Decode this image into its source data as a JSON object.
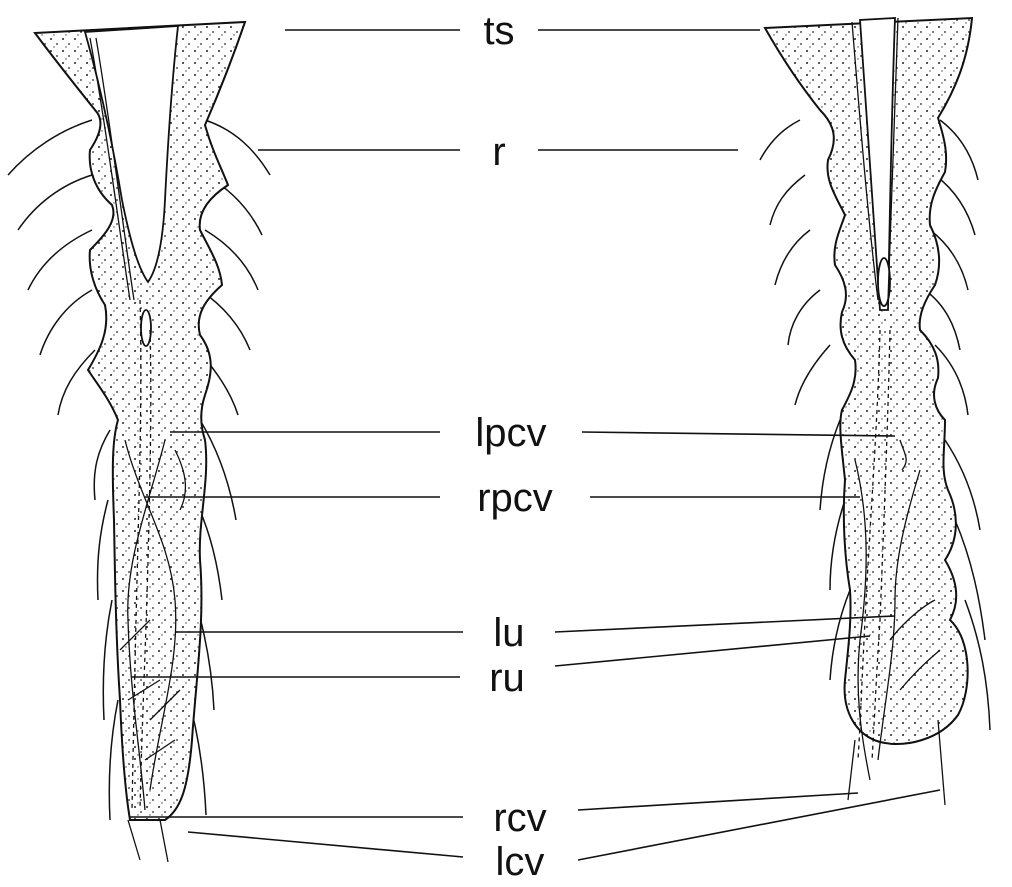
{
  "labels": {
    "ts": "ts",
    "r": "r",
    "lpcv": "lpcv",
    "rpcv": "rpcv",
    "lu": "lu",
    "ru": "ru",
    "rcv": "rcv",
    "lcv": "lcv"
  },
  "colors": {
    "ink": "#111111",
    "paper": "#ffffff"
  }
}
